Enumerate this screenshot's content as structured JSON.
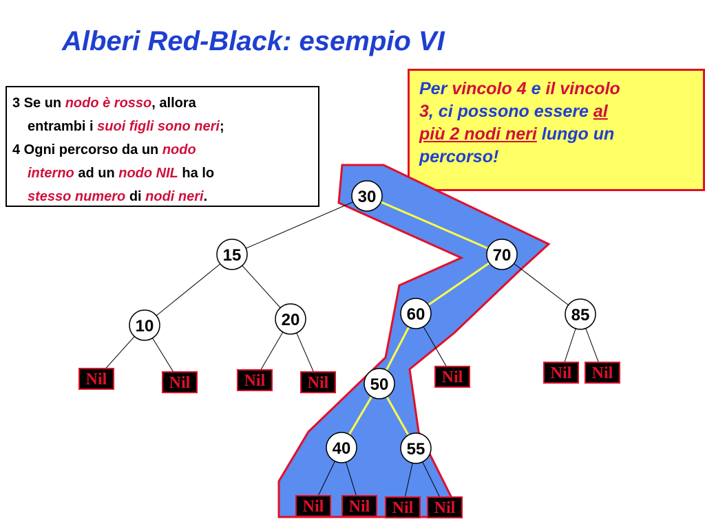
{
  "title": "Alberi Red-Black: esempio VI",
  "rules": {
    "rule3": {
      "a": "3 Se un ",
      "b": "nodo è rosso",
      "c": ", allora",
      "d": "entrambi i ",
      "e": "suoi figli  sono neri",
      "f": ";"
    },
    "rule4": {
      "a": "4 Ogni percorso da un ",
      "b": "nodo",
      "c": "interno",
      "d": " ad un ",
      "e": "nodo NIL",
      "f": " ha lo",
      "g": "stesso  numero",
      "h": " di ",
      "i": "nodi neri",
      "j": "."
    }
  },
  "note": {
    "p1": "Per ",
    "p2": "vincolo 4",
    "p3": " e ",
    "p4": "il vincolo",
    "p5": "3",
    "p6": ", ci possono essere ",
    "p7": "al",
    "p8": "più 2 nodi neri",
    "p9": " lungo un",
    "p10": "percorso!"
  },
  "tree": {
    "nodes": [
      {
        "id": "n30",
        "label": "30"
      },
      {
        "id": "n15",
        "label": "15"
      },
      {
        "id": "n70",
        "label": "70"
      },
      {
        "id": "n10",
        "label": "10"
      },
      {
        "id": "n20",
        "label": "20"
      },
      {
        "id": "n60",
        "label": "60"
      },
      {
        "id": "n85",
        "label": "85"
      },
      {
        "id": "n50",
        "label": "50"
      },
      {
        "id": "n40",
        "label": "40"
      },
      {
        "id": "n55",
        "label": "55"
      }
    ],
    "nil_label": "Nil",
    "edges": [
      [
        "n30",
        "n15"
      ],
      [
        "n30",
        "n70"
      ],
      [
        "n15",
        "n10"
      ],
      [
        "n15",
        "n20"
      ],
      [
        "n70",
        "n60"
      ],
      [
        "n70",
        "n85"
      ],
      [
        "n60",
        "n50"
      ],
      [
        "n60",
        "nil5"
      ],
      [
        "n85",
        "nil6"
      ],
      [
        "n85",
        "nil7"
      ],
      [
        "n50",
        "n40"
      ],
      [
        "n50",
        "n55"
      ],
      [
        "n10",
        "nil1"
      ],
      [
        "n10",
        "nil2"
      ],
      [
        "n20",
        "nil3"
      ],
      [
        "n20",
        "nil4"
      ],
      [
        "n40",
        "nil8"
      ],
      [
        "n40",
        "nil9"
      ],
      [
        "n55",
        "nil10"
      ],
      [
        "n55",
        "nil11"
      ]
    ],
    "highlighted_path": [
      "n30",
      "n70",
      "n60",
      "n50",
      "n40",
      "n55"
    ],
    "colors": {
      "path_fill": "#5b8cf0",
      "path_stroke": "#e0102a",
      "path_edge": "#ffff44",
      "nil_fill": "#000000",
      "nil_stroke": "#e0102a",
      "nil_text": "#e0102a"
    }
  }
}
